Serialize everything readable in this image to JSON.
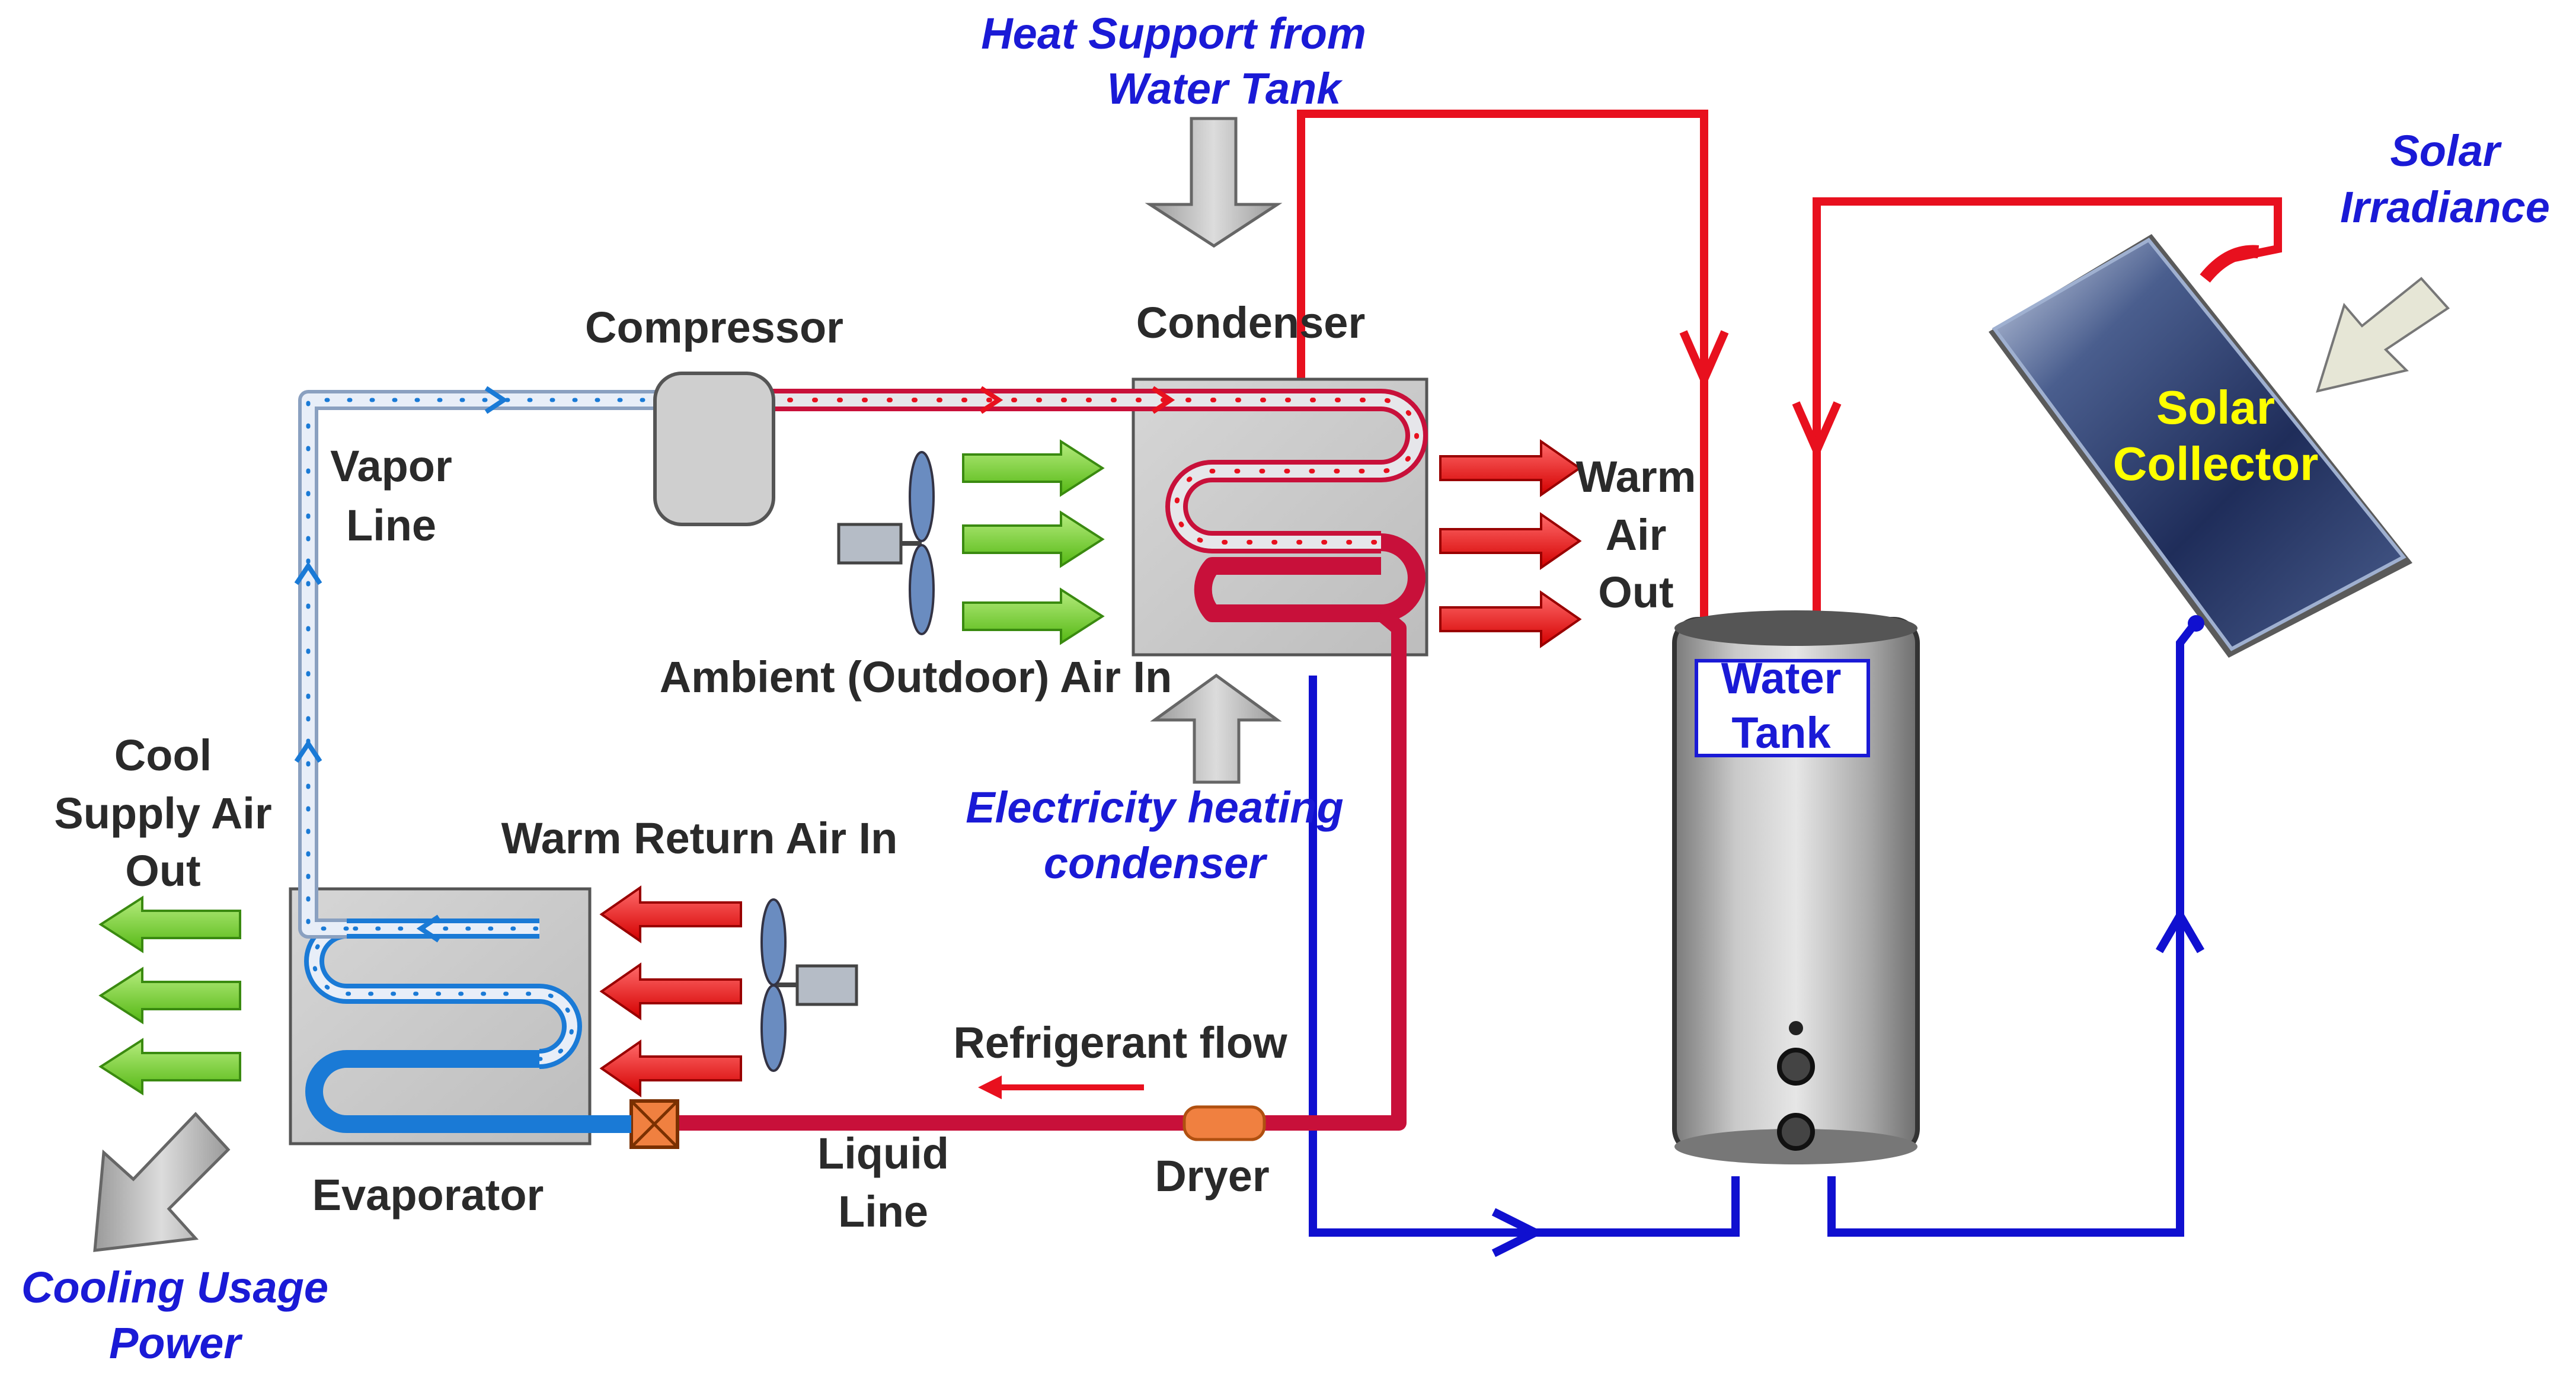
{
  "labels": {
    "heat_support_line1": "Heat Support from",
    "heat_support_line2": "Water Tank",
    "solar_irradiance_line1": "Solar",
    "solar_irradiance_line2": "Irradiance",
    "compressor": "Compressor",
    "condenser": "Condenser",
    "solar_collector_line1": "Solar",
    "solar_collector_line2": "Collector",
    "vapor_line_line1": "Vapor",
    "vapor_line_line2": "Line",
    "warm_air_out_line1": "Warm",
    "warm_air_out_line2": "Air",
    "warm_air_out_line3": "Out",
    "ambient_air_in": "Ambient (Outdoor) Air In",
    "water_tank_line1": "Water",
    "water_tank_line2": "Tank",
    "cool_supply_line1": "Cool",
    "cool_supply_line2": "Supply Air",
    "cool_supply_line3": "Out",
    "electricity_heating_line1": "Electricity heating",
    "electricity_heating_line2": "condenser",
    "warm_return_air_in": "Warm Return Air In",
    "refrigerant_flow": "Refrigerant flow",
    "evaporator": "Evaporator",
    "liquid_line_line1": "Liquid",
    "liquid_line_line2": "Line",
    "dryer": "Dryer",
    "cooling_usage_line1": "Cooling Usage",
    "cooling_usage_line2": "Power"
  },
  "colors": {
    "hot_water_pipe": "#e8101e",
    "cold_water_pipe": "#1010d0",
    "refrigerant_liquid": "#c8103a",
    "vapor_line": "#e8eef8",
    "warm_air_arrow": "#ee1111",
    "ambient_air_arrow": "#66cc22",
    "cool_air_arrow": "#66cc22",
    "energy_arrow": "#b8b8b8",
    "label_blue": "#1a1ad6",
    "solar_text": "#ffff00"
  }
}
